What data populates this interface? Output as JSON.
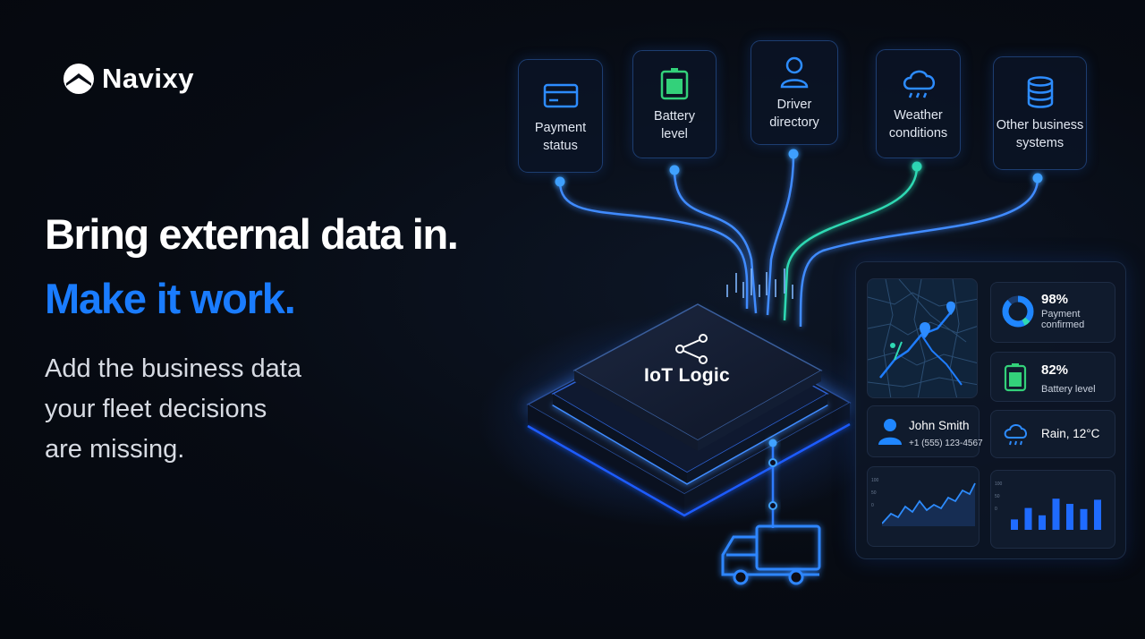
{
  "brand": {
    "name": "Navixy"
  },
  "hero": {
    "headline": "Bring external data in.",
    "headline_accent": "Make it work.",
    "subtext_lines": [
      "Add the business data",
      "your fleet decisions",
      "are missing."
    ]
  },
  "sources": [
    {
      "label_lines": [
        "Payment",
        "status"
      ],
      "icon": "credit-card-icon"
    },
    {
      "label_lines": [
        "Battery",
        "level"
      ],
      "icon": "battery-icon"
    },
    {
      "label_lines": [
        "Driver",
        "directory"
      ],
      "icon": "user-icon"
    },
    {
      "label_lines": [
        "Weather",
        "conditions"
      ],
      "icon": "cloud-rain-icon"
    },
    {
      "label_lines": [
        "Other business",
        "systems"
      ],
      "icon": "database-icon"
    }
  ],
  "chip": {
    "label": "IoT Logic",
    "icon": "share-nodes-icon"
  },
  "dashboard": {
    "payment": {
      "value": "98%",
      "label_lines": [
        "Payment",
        "confirmed"
      ],
      "fraction": 0.98
    },
    "battery": {
      "value": "82%",
      "label": "Battery level"
    },
    "driver": {
      "name": "John Smith",
      "phone": "+1 (555) 123-4567"
    },
    "weather": {
      "text": "Rain, 12°C"
    },
    "line_chart": {
      "axis_labels": [
        "100",
        "50",
        "0"
      ]
    },
    "bar_chart": {
      "axis_labels": [
        "100",
        "50",
        "0"
      ],
      "values": [
        20,
        42,
        28,
        60,
        50,
        40,
        58
      ]
    }
  },
  "colors": {
    "accent": "#1a7cff",
    "background": "#070b13",
    "glow_blue": "#1f6bff",
    "glow_teal": "#2fd9b3",
    "battery_green": "#33d17a"
  },
  "icons": [
    "navixy-logo-icon",
    "truck-icon"
  ]
}
